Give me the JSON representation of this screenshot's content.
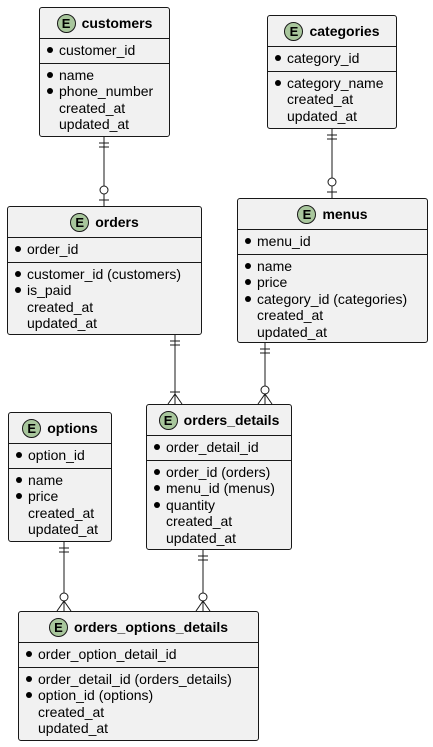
{
  "entities": {
    "customers": {
      "badge": "E",
      "name": "customers",
      "key": [
        "customer_id"
      ],
      "fields": [
        {
          "name": "name",
          "required": true
        },
        {
          "name": "phone_number",
          "required": true
        },
        {
          "name": "created_at",
          "required": false
        },
        {
          "name": "updated_at",
          "required": false
        }
      ]
    },
    "categories": {
      "badge": "E",
      "name": "categories",
      "key": [
        "category_id"
      ],
      "fields": [
        {
          "name": "category_name",
          "required": true
        },
        {
          "name": "created_at",
          "required": false
        },
        {
          "name": "updated_at",
          "required": false
        }
      ]
    },
    "orders": {
      "badge": "E",
      "name": "orders",
      "key": [
        "order_id"
      ],
      "fields": [
        {
          "name": "customer_id (customers)",
          "required": true
        },
        {
          "name": "is_paid",
          "required": true
        },
        {
          "name": "created_at",
          "required": false
        },
        {
          "name": "updated_at",
          "required": false
        }
      ]
    },
    "menus": {
      "badge": "E",
      "name": "menus",
      "key": [
        "menu_id"
      ],
      "fields": [
        {
          "name": "name",
          "required": true
        },
        {
          "name": "price",
          "required": true
        },
        {
          "name": "category_id (categories)",
          "required": true
        },
        {
          "name": "created_at",
          "required": false
        },
        {
          "name": "updated_at",
          "required": false
        }
      ]
    },
    "options": {
      "badge": "E",
      "name": "options",
      "key": [
        "option_id"
      ],
      "fields": [
        {
          "name": "name",
          "required": true
        },
        {
          "name": "price",
          "required": true
        },
        {
          "name": "created_at",
          "required": false
        },
        {
          "name": "updated_at",
          "required": false
        }
      ]
    },
    "orders_details": {
      "badge": "E",
      "name": "orders_details",
      "key": [
        "order_detail_id"
      ],
      "fields": [
        {
          "name": "order_id (orders)",
          "required": true
        },
        {
          "name": "menu_id (menus)",
          "required": true
        },
        {
          "name": "quantity",
          "required": true
        },
        {
          "name": "created_at",
          "required": false
        },
        {
          "name": "updated_at",
          "required": false
        }
      ]
    },
    "orders_options_details": {
      "badge": "E",
      "name": "orders_options_details",
      "key": [
        "order_option_detail_id"
      ],
      "fields": [
        {
          "name": "order_detail_id (orders_details)",
          "required": true
        },
        {
          "name": "option_id (options)",
          "required": true
        },
        {
          "name": "created_at",
          "required": false
        },
        {
          "name": "updated_at",
          "required": false
        }
      ]
    }
  },
  "relationships": [
    {
      "from": "customers",
      "to": "orders",
      "from_end": "exactly-one",
      "to_end": "zero-or-one"
    },
    {
      "from": "categories",
      "to": "menus",
      "from_end": "exactly-one",
      "to_end": "zero-or-one"
    },
    {
      "from": "orders",
      "to": "orders_details",
      "from_end": "exactly-one",
      "to_end": "one-or-many"
    },
    {
      "from": "menus",
      "to": "orders_details",
      "from_end": "exactly-one",
      "to_end": "zero-or-many"
    },
    {
      "from": "options",
      "to": "orders_options_details",
      "from_end": "exactly-one",
      "to_end": "zero-or-many"
    },
    {
      "from": "orders_details",
      "to": "orders_options_details",
      "from_end": "exactly-one",
      "to_end": "zero-or-many"
    }
  ],
  "colors": {
    "entity_fill": "#f1f1f1",
    "badge_fill": "#a8c69c",
    "line": "#181818"
  }
}
